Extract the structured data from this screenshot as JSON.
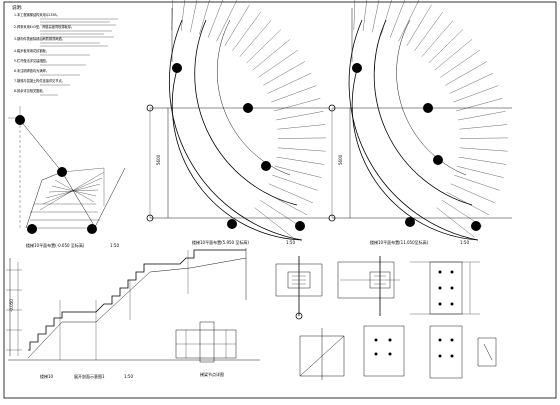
{
  "notes": {
    "heading": "说明:",
    "lines": [
      "1.本工程钢梯结构采用Q235B。",
      "2.焊条采用E43型，焊缝高度同较薄板厚。",
      "3.钢构件表面除锈后刷防锈漆两道。",
      "4.踏步板采用花纹钢板。",
      "5.栏杆做法详见建施图。",
      "6.未注明焊缝均为满焊。",
      "7.钢梯与混凝土构件连接详见节点。",
      "8.其余详见相关图纸。"
    ]
  },
  "drawings": {
    "plan_a_title": "楼梯10平面布置(-0.050 至标高)",
    "plan_a_scale": "1:50",
    "plan_b_title": "楼梯10平面布置(5.950 至标高)",
    "plan_b_scale": "1:50",
    "plan_c_title": "楼梯10平面布置(11.050至标高)",
    "plan_c_scale": "1:50",
    "section_title": "楼梯10",
    "section_sub": "展开剖面示意图1",
    "section_scale": "1:50",
    "detail_title": "梯梁节点详图"
  },
  "colors": {
    "line": "#000000",
    "background": "#ffffff"
  }
}
